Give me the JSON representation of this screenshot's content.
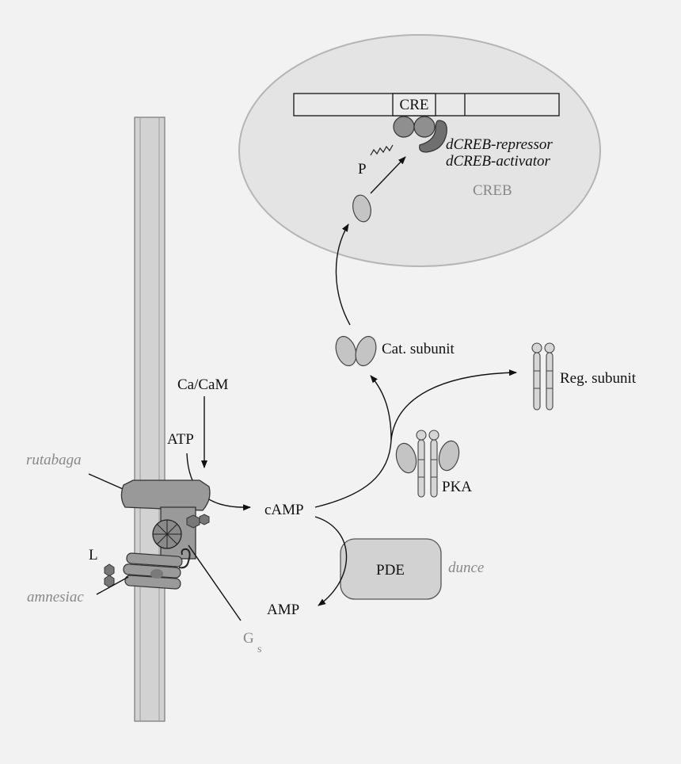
{
  "labels": {
    "cre": "CRE",
    "p": "P",
    "dcreb_repressor": "dCREB-repressor",
    "dcreb_activator": "dCREB-activator",
    "creb": "CREB",
    "cat_subunit": "Cat. subunit",
    "reg_subunit": "Reg. subunit",
    "pka": "PKA",
    "ca_cam": "Ca/CaM",
    "atp": "ATP",
    "camp": "cAMP",
    "rutabaga": "rutabaga",
    "pde": "PDE",
    "dunce": "dunce",
    "amp": "AMP",
    "l": "L",
    "amnesiac": "amnesiac",
    "gs_g": "G",
    "gs_sub": "s"
  },
  "colors": {
    "background": "#f2f2f2",
    "nucleus_fill": "#e4e4e4",
    "protein_fill": "#8f8f8f",
    "light_protein_fill": "#c4c4c4",
    "grey_label": "#888888"
  }
}
